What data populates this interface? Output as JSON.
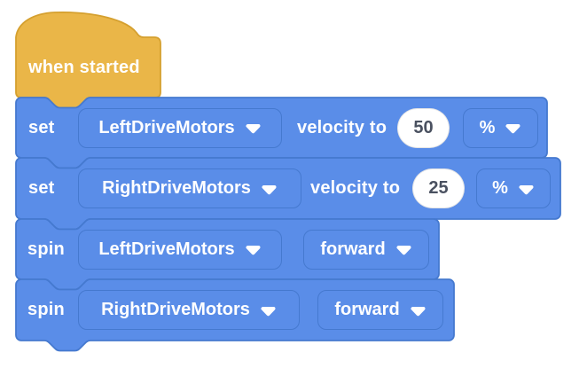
{
  "app_context": "block-coding-workspace",
  "colors": {
    "workspace_bg": "#ffffff",
    "hat_yellow": "#EAB648",
    "hat_yellow_border": "#D5A02F",
    "block_blue": "#5A8DE8",
    "block_blue_border": "#4579CF",
    "label_text": "#ffffff",
    "input_text": "#4A5160"
  },
  "icons": {
    "dropdown_arrow": "▼"
  },
  "script": {
    "hat": {
      "type": "event-hat",
      "label": "when started"
    },
    "blocks": [
      {
        "type": "set-velocity",
        "label_start": "set",
        "motor": "LeftDriveMotors",
        "label_mid": "velocity to",
        "value": "50",
        "unit": "%"
      },
      {
        "type": "set-velocity",
        "label_start": "set",
        "motor": "RightDriveMotors",
        "label_mid": "velocity to",
        "value": "25",
        "unit": "%"
      },
      {
        "type": "spin",
        "label_start": "spin",
        "motor": "LeftDriveMotors",
        "direction": "forward"
      },
      {
        "type": "spin",
        "label_start": "spin",
        "motor": "RightDriveMotors",
        "direction": "forward"
      }
    ]
  }
}
